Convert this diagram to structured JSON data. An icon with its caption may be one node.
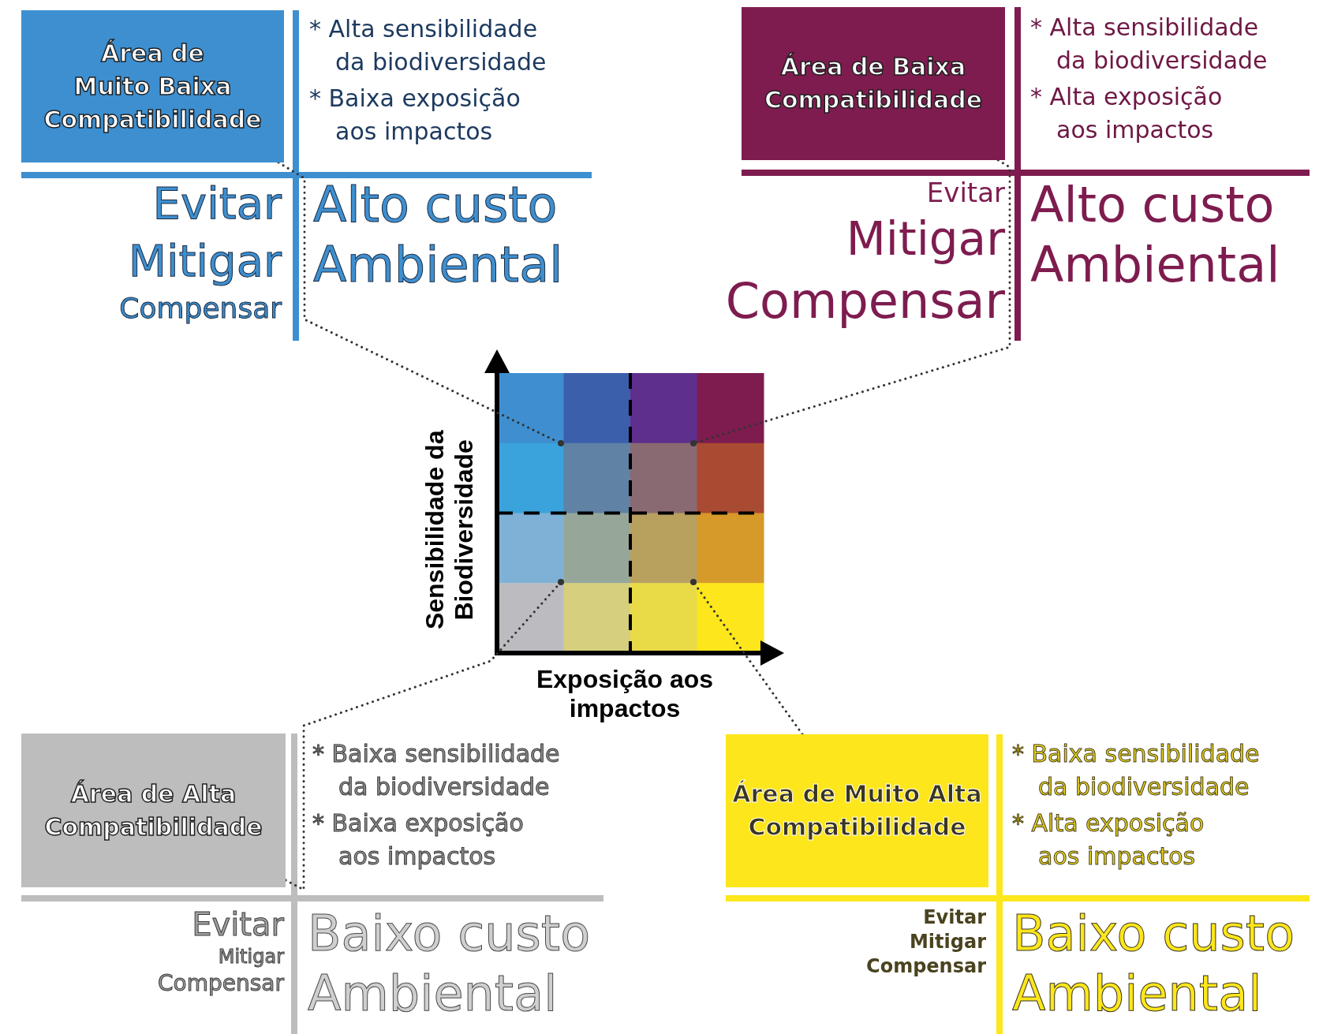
{
  "diagram": {
    "nodes": [
      {
        "text": [
          "Área de Muito Baixa Compatibilidade"
        ]
      },
      {
        "text": [
          "Área de Baixa Compatibilidade"
        ]
      },
      {
        "text": [],
        "shape": "circle"
      },
      {
        "text": [],
        "shape": "circle"
      },
      {
        "text": [],
        "shape": "circle"
      },
      {
        "text": [],
        "shape": "circle"
      },
      {
        "text": [
          "Área de Alta Compatibilidade"
        ]
      },
      {
        "text": [
          "Área de Muito Alta Compatibilidade"
        ]
      }
    ],
    "edges": [
      {
        "from": 0,
        "to": 2,
        "arrow": "none",
        "style": "dashed"
      },
      {
        "from": 1,
        "to": 3,
        "arrow": "none",
        "style": "dashed"
      },
      {
        "from": 6,
        "to": 4,
        "arrow": "none",
        "style": "dashed"
      },
      {
        "from": 7,
        "to": 5,
        "arrow": "none",
        "style": "dashed"
      }
    ],
    "labels": [
      "* Alta sensibilidade da biodiversidade",
      "* Baixa exposição aos impactos",
      "Evitar",
      "Mitigar",
      "Compensar",
      "Alto custo Ambiental",
      "* Alta sensibilidade da biodiversidade",
      "* Alta exposição aos impactos",
      "Evitar",
      "Mitigar",
      "Compensar",
      "Alto custo Ambiental",
      "Sensibilidade da Biodiversidade",
      "Exposição aos impactos",
      "* Baixa sensibilidade da biodiversidade",
      "* Baixa exposição aos impactos",
      "Evitar",
      "Mitigar",
      "Compensar",
      "Baixo custo Ambiental",
      "* Baixa sensibilidade da biodiversidade",
      "* Alta exposição aos impactos",
      "Evitar",
      "Mitigar",
      "Compensar",
      "Baixo custo Ambiental"
    ]
  }
}
